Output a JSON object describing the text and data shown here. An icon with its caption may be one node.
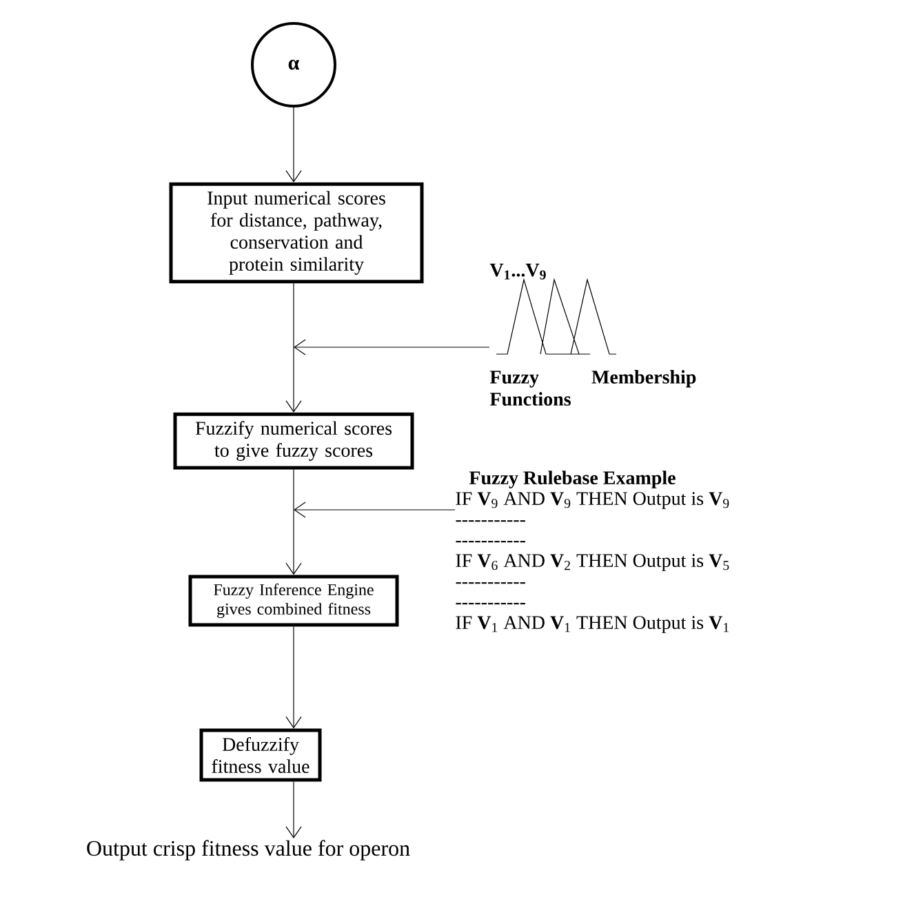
{
  "diagram": {
    "nodes": [
      {
        "text": [
          "α"
        ]
      },
      {
        "text": [
          "Input numerical scores for distance, pathway, conservation and protein similarity"
        ]
      },
      {
        "text": [
          "Fuzzify numerical scores to give fuzzy scores"
        ]
      },
      {
        "text": [
          "Fuzzy Inference Engine gives combined fitness"
        ]
      },
      {
        "text": [
          "Defuzzify fitness value"
        ]
      },
      {
        "text": [
          "Output crisp fitness value for operon"
        ]
      },
      {
        "text": [
          "V$_{1}$...V$_{9}$",
          "Fuzzy Membership Functions"
        ]
      },
      {
        "text": [
          "Fuzzy Rulebase Example",
          "IF **V**$_{9}$ AND **V**$_{9}$ THEN Output is **V**$_{9}$",
          "-----------",
          "-----------",
          "IF **V**$_{6}$ AND **V**$_{2}$ THEN Output is **V**$_{5}$",
          "-----------",
          "-----------",
          "IF **V**$_{1}$ AND **V**$_{1}$ THEN Output is **V**$_{1}$"
        ]
      }
    ],
    "edges": [
      {
        "from": 0,
        "to": 1,
        "arrow": "to"
      },
      {
        "from": 1,
        "to": 2,
        "arrow": "to"
      },
      {
        "from": 2,
        "to": 3,
        "arrow": "to"
      },
      {
        "from": 3,
        "to": 4,
        "arrow": "to"
      },
      {
        "from": 4,
        "to": 5,
        "arrow": "to"
      },
      {
        "from": 6,
        "to": null,
        "arrow": "to"
      },
      {
        "from": 7,
        "to": null,
        "arrow": "to"
      }
    ]
  }
}
